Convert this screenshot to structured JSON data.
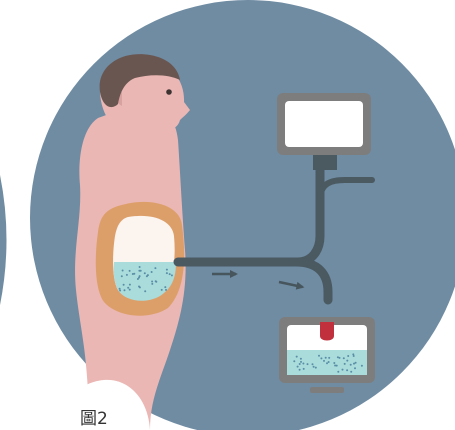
{
  "figure": {
    "label": "圖2"
  },
  "colors": {
    "background_circle": "#6f8ca3",
    "left_circle_edge": "#6f8ca3",
    "skin": "#eab7b4",
    "skin_shadow": "#d7a29f",
    "hair": "#6a5650",
    "eye": "#3d3432",
    "belly_outline": "#dd9f6a",
    "belly_fill": "#fbf4ef",
    "fluid": "#a9dcdb",
    "dots": "#5a8ea6",
    "tube": "#4b5961",
    "arrow": "#47555d",
    "bag_frame": "#7d7d7d",
    "bag_white": "#ffffff",
    "valve": "#c0303d",
    "label_bubble": "#ffffff"
  },
  "icons": {
    "person": "person-silhouette",
    "abdomen": "abdominal-cavity-with-fluid",
    "upper_bag": "dialysate-fill-bag",
    "lower_bag": "drainage-bag-with-fluid",
    "clamp": "tube-clamp",
    "flow_arrow": "flow-direction-arrow"
  }
}
